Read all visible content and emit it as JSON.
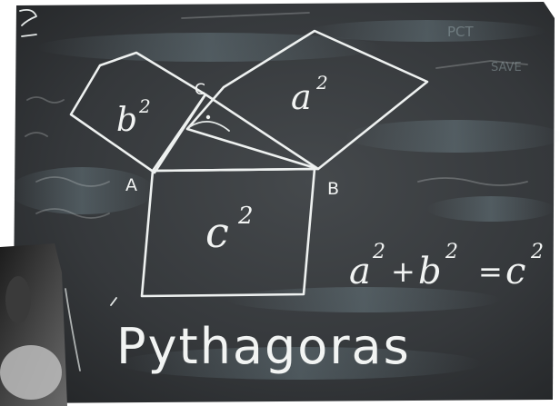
{
  "diagram": {
    "labels": {
      "square_a": "a",
      "square_b": "b",
      "square_c": "c",
      "exponent": "2",
      "vertex_a": "A",
      "vertex_b": "B",
      "vertex_c": "C"
    },
    "formula": {
      "a": "a",
      "b": "b",
      "c": "c",
      "exponent": "2",
      "plus": "+",
      "equals": "="
    },
    "caption": "Pythagoras",
    "corner_text": "PCT"
  },
  "colors": {
    "board": "#3a3d40",
    "chalk": "#eef1f0",
    "chalk_dust": "#8ea6ad"
  }
}
